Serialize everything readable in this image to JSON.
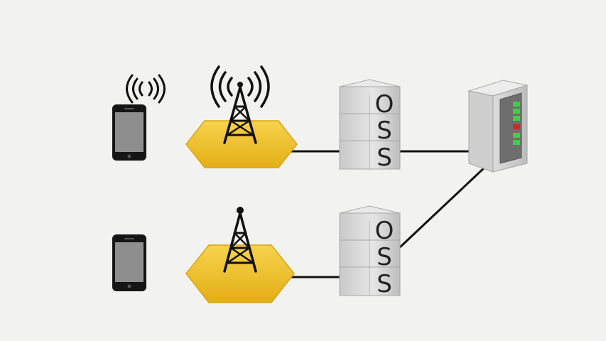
{
  "diagram": {
    "upper_row": {
      "phone": {
        "icon": "smartphone-icon",
        "signal": "wifi-signal-icon"
      },
      "tower": {
        "icon": "cell-tower-broadcasting-icon",
        "cell": "cell-hexagon"
      },
      "oss_label_letters": [
        "O",
        "S",
        "S"
      ]
    },
    "lower_row": {
      "phone": {
        "icon": "smartphone-icon"
      },
      "tower": {
        "icon": "cell-tower-icon",
        "cell": "cell-hexagon"
      },
      "oss_label_letters": [
        "O",
        "S",
        "S"
      ]
    },
    "server_rack": {
      "icon": "server-rack-icon"
    },
    "colors": {
      "background": "#f2f2f0",
      "hexagon": "#f2c230",
      "hexagon_edge": "#d9a514",
      "server_gray": "#d4d4d4",
      "led_green": "#3dd13d",
      "led_red": "#e02020",
      "line": "#111111"
    }
  }
}
